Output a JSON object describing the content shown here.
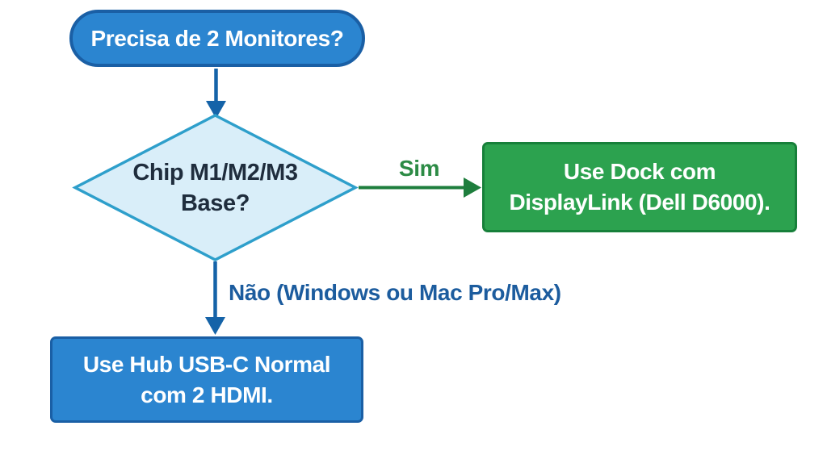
{
  "flowchart": {
    "start": {
      "label": "Precisa de 2 Monitores?"
    },
    "decision": {
      "line1": "Chip M1/M2/M3",
      "line2": "Base?"
    },
    "edges": {
      "yes_label": "Sim",
      "no_label": "Não (Windows ou Mac Pro/Max)"
    },
    "outcome_yes": {
      "line1": "Use Dock com",
      "line2": "DisplayLink (Dell D6000)."
    },
    "outcome_no": {
      "line1": "Use Hub USB-C Normal",
      "line2": "com 2 HDMI."
    }
  },
  "colors": {
    "background": "#FFFFFF",
    "node-blue": "#2B85D0",
    "node-blue-border": "#1A5FA5",
    "node-green": "#2CA24F",
    "node-green-border": "#17803A",
    "diamond-fill": "#D9EEF9",
    "diamond-border": "#2E9FCB",
    "diamond-text": "#1F2D3D",
    "arrow-blue": "#1563A8",
    "arrow-green": "#1E7E3D",
    "label-green": "#2C8B45",
    "label-blue": "#1C5C9E",
    "node-text": "#FFFFFF"
  }
}
